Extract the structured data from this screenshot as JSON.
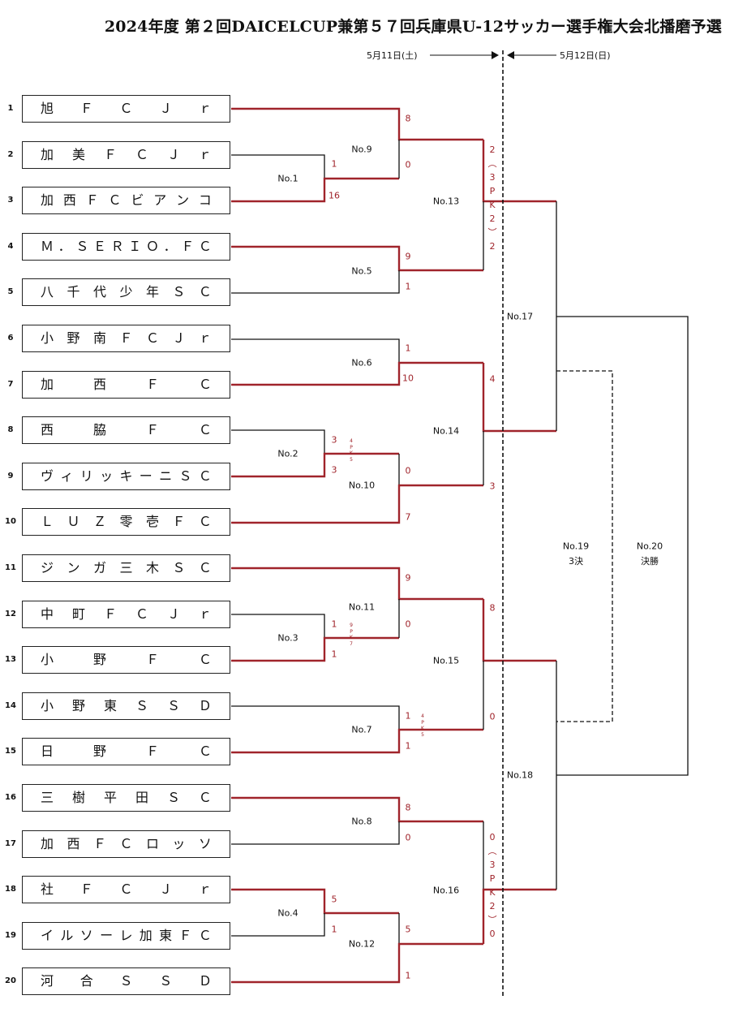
{
  "title": "2024年度 第２回DAICELCUP兼第５７回兵庫県U-12サッカー選手権大会北播磨予選",
  "dates": {
    "day1": "5月11日(土)",
    "day2": "5月12日(日)"
  },
  "teams": [
    {
      "seed": "1",
      "name": "旭ＦＣＪｒ"
    },
    {
      "seed": "2",
      "name": "加美ＦＣＪｒ"
    },
    {
      "seed": "3",
      "name": "加西ＦＣビアンコ"
    },
    {
      "seed": "4",
      "name": "Ｍ．ＳＥＲＩＯ．ＦＣ"
    },
    {
      "seed": "5",
      "name": "八千代少年ＳＣ"
    },
    {
      "seed": "6",
      "name": "小野南ＦＣＪｒ"
    },
    {
      "seed": "7",
      "name": "加西ＦＣ"
    },
    {
      "seed": "8",
      "name": "西脇ＦＣ"
    },
    {
      "seed": "9",
      "name": "ヴィリッキーニＳＣ"
    },
    {
      "seed": "10",
      "name": "ＬＵＺ零壱ＦＣ"
    },
    {
      "seed": "11",
      "name": "ジンガ三木ＳＣ"
    },
    {
      "seed": "12",
      "name": "中町ＦＣＪｒ"
    },
    {
      "seed": "13",
      "name": "小野ＦＣ"
    },
    {
      "seed": "14",
      "name": "小野東ＳＳＤ"
    },
    {
      "seed": "15",
      "name": "日野ＦＣ"
    },
    {
      "seed": "16",
      "name": "三樹平田ＳＣ"
    },
    {
      "seed": "17",
      "name": "加西ＦＣロッソ"
    },
    {
      "seed": "18",
      "name": "社ＦＣＪｒ"
    },
    {
      "seed": "19",
      "name": "イルソーレ加東ＦＣ"
    },
    {
      "seed": "20",
      "name": "河合ＳＳＤ"
    }
  ],
  "matches": {
    "m1": "No.1",
    "m2": "No.2",
    "m3": "No.3",
    "m4": "No.4",
    "m5": "No.5",
    "m6": "No.6",
    "m7": "No.7",
    "m8": "No.8",
    "m9": "No.9",
    "m10": "No.10",
    "m11": "No.11",
    "m12": "No.12",
    "m13": "No.13",
    "m14": "No.14",
    "m15": "No.15",
    "m16": "No.16",
    "m17": "No.17",
    "m18": "No.18",
    "m19": "No.19",
    "m19_sub": "3決",
    "m20": "No.20",
    "m20_sub": "決勝"
  },
  "scores": {
    "m1_top": "1",
    "m1_bot": "16",
    "m2_top": "3",
    "m2_bot": "3",
    "m2_pk": "4\nP\nK\n5",
    "m3_top": "1",
    "m3_bot": "1",
    "m3_pk": "9\nP\nK\n7",
    "m4_top": "5",
    "m4_bot": "1",
    "m5_top": "9",
    "m5_bot": "1",
    "m6_top": "1",
    "m6_bot": "10",
    "m7_top": "1",
    "m7_bot": "1",
    "m7_pk": "4\nP\nK\n5",
    "m8_top": "8",
    "m8_bot": "0",
    "m9_top": "8",
    "m9_bot": "0",
    "m10_top": "0",
    "m10_bot": "7",
    "m11_top": "9",
    "m11_bot": "0",
    "m12_top": "5",
    "m12_bot": "1",
    "m13_col": "2\n︵\n3\nP\nK\n2\n︶\n2",
    "m14_top": "4",
    "m14_bot": "3",
    "m15_top": "8",
    "m15_bot": "0",
    "m16_col": "0\n︵\n3\nP\nK\n2\n︶\n0"
  },
  "colors": {
    "win_line": "#a0242b",
    "line": "#111111"
  }
}
